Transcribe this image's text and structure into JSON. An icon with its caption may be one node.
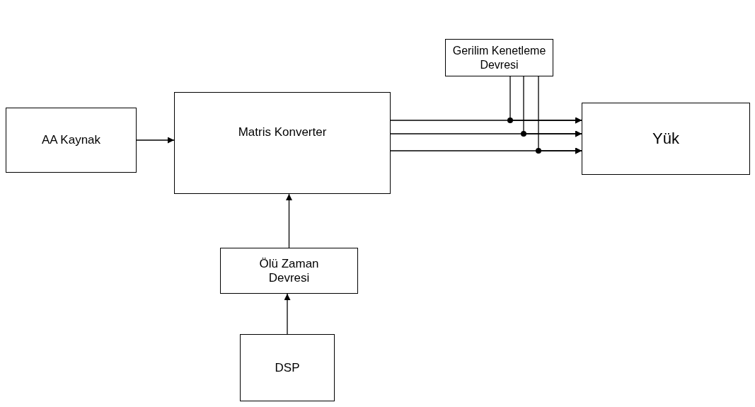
{
  "diagram": {
    "nodes": [
      {
        "text": [
          "AA Kaynak"
        ]
      },
      {
        "text": [
          "Matris Konverter"
        ]
      },
      {
        "text": [
          "Gerilim Kenetleme Devresi"
        ]
      },
      {
        "text": [
          "Yük"
        ]
      },
      {
        "text": [
          "Ölü Zaman Devresi"
        ]
      },
      {
        "text": [
          "DSP"
        ]
      }
    ],
    "edges": [
      {
        "from": 0,
        "to": 1,
        "arrow": "to"
      },
      {
        "from": 1,
        "to": 3,
        "arrow": "to"
      },
      {
        "from": 1,
        "to": 3,
        "arrow": "to"
      },
      {
        "from": 1,
        "to": 3,
        "arrow": "to"
      },
      {
        "from": 2,
        "to": 3,
        "arrow": "to"
      },
      {
        "from": 2,
        "to": 3,
        "arrow": "to"
      },
      {
        "from": 2,
        "to": 3,
        "arrow": "to"
      },
      {
        "from": 4,
        "to": 1,
        "arrow": "to"
      },
      {
        "from": 5,
        "to": 4,
        "arrow": "to"
      }
    ]
  }
}
